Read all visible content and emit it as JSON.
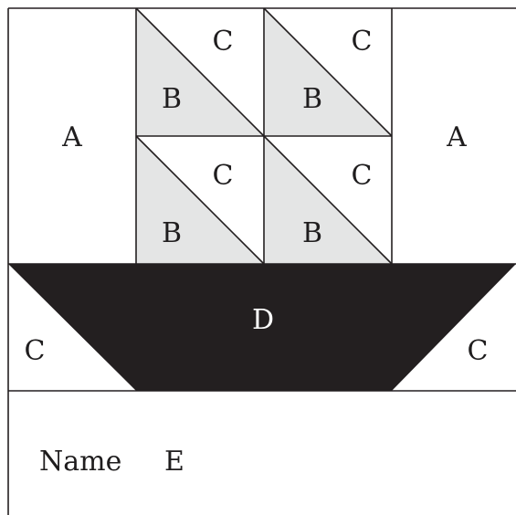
{
  "diagram": {
    "colors": {
      "background": "#ffffff",
      "shaded": "#e4e5e5",
      "dark": "#231f20",
      "line": "#231f20"
    },
    "labels": {
      "a_left": "A",
      "a_right": "A",
      "tri_1_c": "C",
      "tri_1_b": "B",
      "tri_2_c": "C",
      "tri_2_b": "B",
      "tri_3_c": "C",
      "tri_3_b": "B",
      "tri_4_c": "C",
      "tri_4_b": "B",
      "d": "D",
      "c_left": "C",
      "c_right": "C",
      "name": "Name",
      "e": "E"
    }
  }
}
